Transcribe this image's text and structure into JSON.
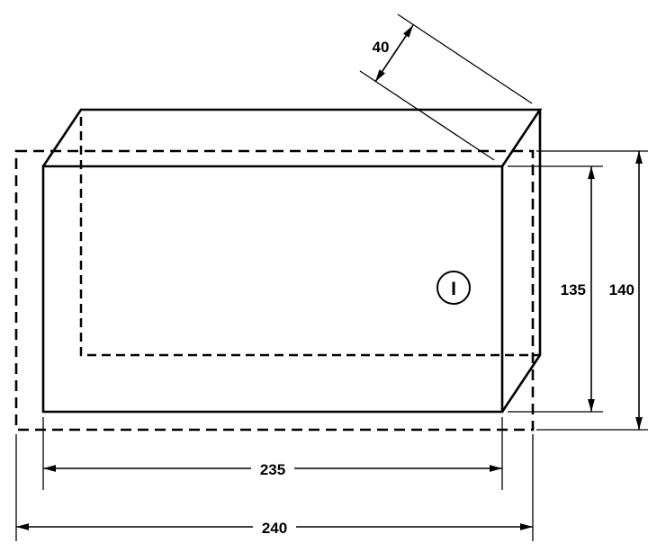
{
  "diagram": {
    "background": "#ffffff",
    "line_color": "#000000",
    "labels": {
      "depth": "40",
      "box_height": "135",
      "overall_height": "140",
      "box_width": "235",
      "overall_width": "240",
      "view_mark": "I"
    }
  }
}
